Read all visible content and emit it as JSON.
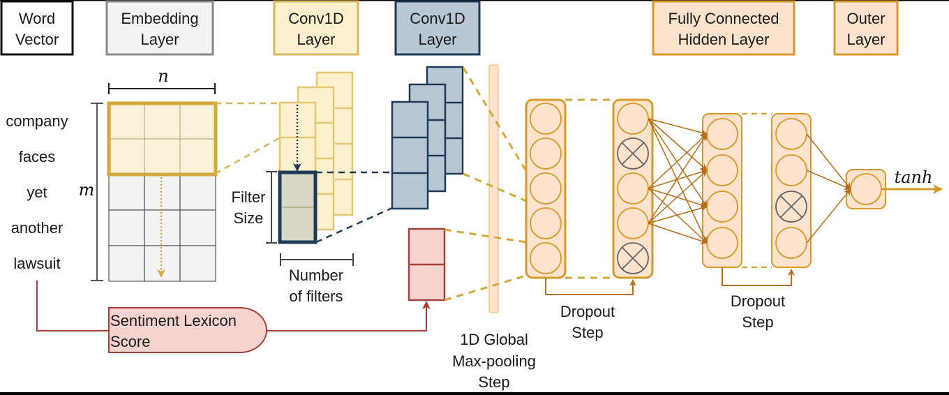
{
  "headers": {
    "word_vector": [
      "Word",
      "Vector"
    ],
    "embedding": [
      "Embedding",
      "Layer"
    ],
    "conv1d_a": [
      "Conv1D",
      "Layer"
    ],
    "conv1d_b": [
      "Conv1D",
      "Layer"
    ],
    "fully_connected": [
      "Fully Connected",
      "Hidden Layer"
    ],
    "outer": [
      "Outer",
      "Layer"
    ]
  },
  "words": [
    "company",
    "faces",
    "yet",
    "another",
    "lawsuit"
  ],
  "dimension_labels": {
    "n": "n",
    "m": "m"
  },
  "filter_size_label": [
    "Filter",
    "Size"
  ],
  "number_of_filters_label": [
    "Number",
    "of filters"
  ],
  "sentiment_box": [
    "Sentiment Lexicon",
    "Score"
  ],
  "maxpool_label": [
    "1D Global",
    "Max-pooling",
    "Step"
  ],
  "dropout_label_1": [
    "Dropout",
    "Step"
  ],
  "dropout_label_2": [
    "Dropout",
    "Step"
  ],
  "activation_label": "tanh",
  "layers": {
    "dense_1": {
      "nodes": [
        "active",
        "active",
        "active",
        "active",
        "active"
      ]
    },
    "dropout_1": {
      "nodes": [
        "active",
        "dropped",
        "active",
        "active",
        "dropped"
      ]
    },
    "dense_2": {
      "nodes": [
        "active",
        "active",
        "active",
        "active"
      ]
    },
    "dropout_2": {
      "nodes": [
        "active",
        "active",
        "dropped",
        "active"
      ]
    },
    "output": {
      "nodes": [
        "active"
      ]
    }
  },
  "colors": {
    "gold": "#d4a93c",
    "gold_fill": "#fdf0cc",
    "navy": "#1f3a56",
    "slate_fill": "#b8c7d4",
    "red": "#a8403a",
    "red_fill": "#f7d3cf",
    "orange_stroke": "#d49a2a",
    "orange_fill": "#fde3cb",
    "arrow_brown": "#b86e1a",
    "gray_fill": "#f3f3f3",
    "gray_stroke": "#888888"
  }
}
